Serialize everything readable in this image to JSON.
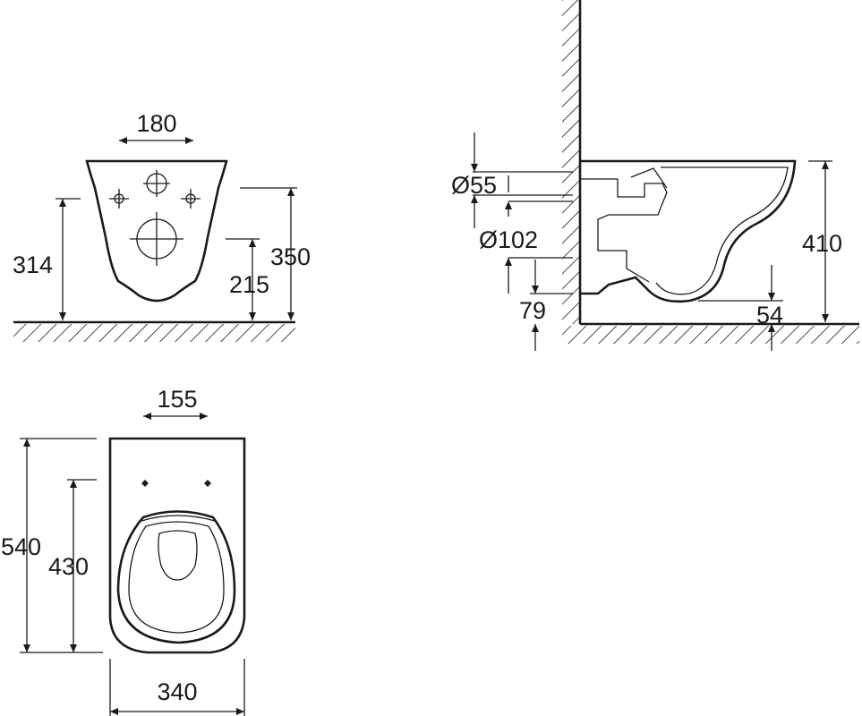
{
  "front_view": {
    "hole_spacing": "180",
    "total_height": "350",
    "inlet_height": "314",
    "outlet_height": "215"
  },
  "side_view": {
    "inlet_diameter": "Ø55",
    "outlet_diameter": "Ø102",
    "outlet_height": "79",
    "total_height": "410",
    "pan_offset": "54"
  },
  "top_view": {
    "bolt_spacing": "155",
    "total_length": "540",
    "bowl_length": "430",
    "width": "340"
  },
  "colors": {
    "line": "#1a1a1a",
    "background": "#ffffff"
  }
}
